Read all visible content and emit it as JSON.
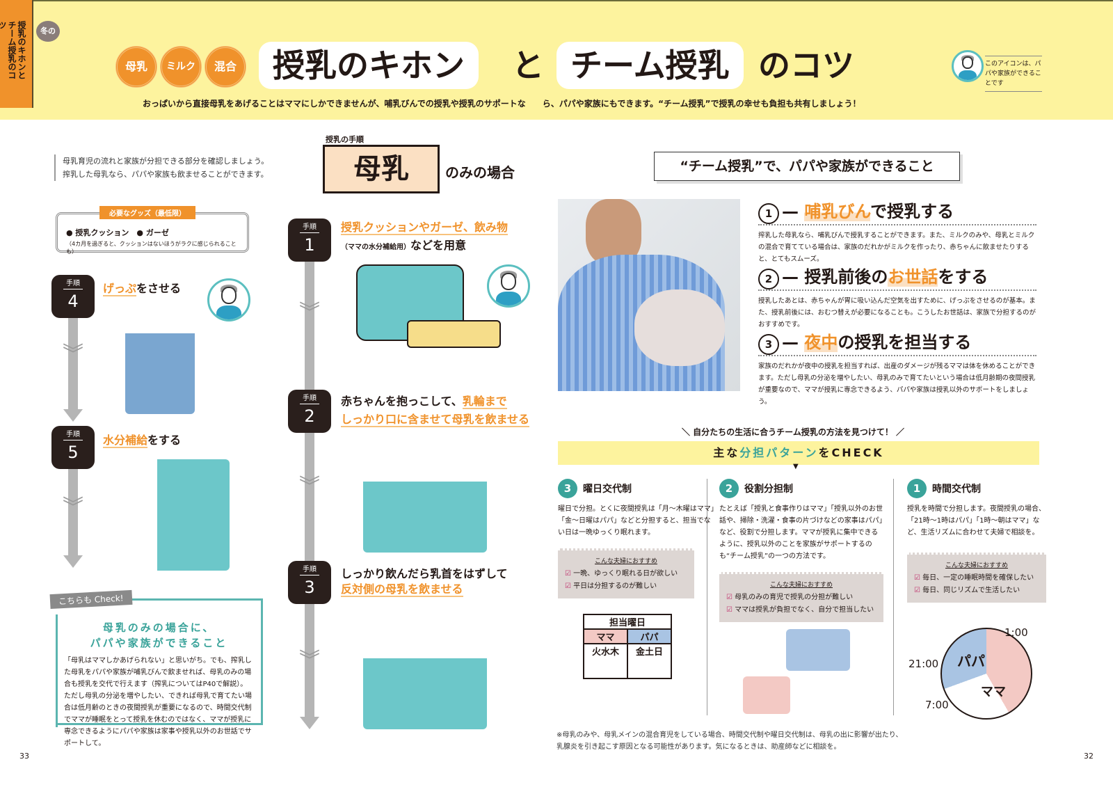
{
  "header": {
    "side_tab": "授乳のキホンとチーム授乳のコツ",
    "badge": "冬の",
    "circles": [
      "母乳",
      "ミルク",
      "混合"
    ],
    "title_box1": "授乳のキホン",
    "title_and": "と",
    "title_box2": "チーム授乳",
    "title_tail": "のコツ",
    "lead": "おっぱいから直接母乳をあげることはママにしかできませんが、哺乳びんでの授乳や授乳のサポートな　　ら、パパや家族にもできます。“チーム授乳”で授乳の幸せも負担も共有しましょう！",
    "icon_legend": "このアイコンは、パパや家族ができることです"
  },
  "left": {
    "intro": [
      "母乳育児の流れと家族が分担できる部分を確認しましょう。",
      "搾乳した母乳なら、パパや家族も飲ませることができます。"
    ],
    "goods_label": "必要なグッズ（最低限）",
    "goods_items": "● 授乳クッション　● ガーゼ",
    "goods_note": "（4カ月を過ぎると、クッションはないほうがラクに感じられることも）",
    "step_word": "手順",
    "step4": {
      "num": "4",
      "hl": "げっぷ",
      "text": "をさせる"
    },
    "step5": {
      "num": "5",
      "hl": "水分補給",
      "text": "をする"
    },
    "check_tag": "こちらも Check!",
    "check_title": [
      "母乳のみの場合に、",
      "パパや家族ができること"
    ],
    "check_body": "「母乳はママしかあげられない」と思いがち。でも、搾乳した母乳をパパや家族が哺乳びんで飲ませれば、母乳のみの場合も授乳を交代で行えます（搾乳についてはP40で解説）。ただし母乳の分泌を増やしたい、できれば母乳で育てたい場合は低月齢のときの夜間授乳が重要になるので、時間交代制でママが睡眠をとって授乳を休むのではなく、ママが授乳に専念できるようにパパや家族は家事や授乳以外のお世話でサポートして。"
  },
  "middle": {
    "label": "授乳の手順",
    "box": "母乳",
    "tail": "のみの場合",
    "step1": {
      "num": "1",
      "hl": "授乳クッションやガーゼ、飲み物",
      "sub": "（ママの水分補給用）",
      "text": "などを用意"
    },
    "step2": {
      "num": "2",
      "text": "赤ちゃんを抱っこして、",
      "hl1": "乳輪まで",
      "hl2": "しっかり口に含ませて母乳を飲ませる"
    },
    "step3": {
      "num": "3",
      "text": "しっかり飲んだら乳首をはずして",
      "hl": "反対側の母乳を飲ませる"
    }
  },
  "team": {
    "heading": "“チーム授乳”で、パパや家族ができること",
    "items": [
      {
        "num": "1",
        "hl": "哺乳びん",
        "pre": "",
        "post": "で授乳する",
        "body": "搾乳した母乳なら、哺乳びんで授乳することができます。また、ミルクのみや、母乳とミルクの混合で育てている場合は、家族のだれかがミルクを作ったり、赤ちゃんに飲ませたりすると、とてもスムーズ。"
      },
      {
        "num": "2",
        "pre": "授乳前後の",
        "hl": "お世話",
        "post": "をする",
        "body": "授乳したあとは、赤ちゃんが胃に吸い込んだ空気を出すために、げっぷをさせるのが基本。また、授乳前後には、おむつ替えが必要になることも。こうしたお世話は、家族で分担するのがおすすめです。"
      },
      {
        "num": "3",
        "pre": "",
        "hl": "夜中",
        "post": "の授乳を担当する",
        "body": "家族のだれかが夜中の授乳を担当すれば、出産のダメージが残るママは体を休めることができます。ただし母乳の分泌を増やしたい、母乳のみで育てたいという場合は低月齢期の夜間授乳が重要なので、ママが授乳に専念できるよう、パパや家族は授乳以外のサポートをしましょう。"
      }
    ]
  },
  "patterns": {
    "find": "＼ 自分たちの生活に合うチーム授乳の方法を見つけて！ ／",
    "band_pre": "主な",
    "band_hl": "分担パターン",
    "band_post": "をCHECK",
    "rec_heading": "こんな夫婦におすすめ",
    "items": [
      {
        "num": "3",
        "title": "曜日交代制",
        "body": "曜日で分担。とくに夜間授乳は「月〜木曜はママ」「金〜日曜はパパ」などと分担すると、担当でない日は一晩ゆっくり眠れます。",
        "recs": [
          "一晩、ゆっくり眠れる日が欲しい",
          "平日は分担するのが難しい"
        ],
        "illo": {
          "head": "担当曜日",
          "mama": "ママ",
          "papa": "パパ",
          "mama_days": "火水木",
          "papa_days": "金土日"
        }
      },
      {
        "num": "2",
        "title": "役割分担制",
        "body": "たとえば「授乳と食事作りはママ」「授乳以外のお世話や、掃除・洗濯・食事の片づけなどの家事はパパ」など、役割で分担します。ママが授乳に集中できるように、授乳以外のことを家族がサポートするのも“チーム授乳”の一つの方法です。",
        "recs": [
          "母乳のみの育児で授乳の分担が難しい",
          "ママは授乳が負担でなく、自分で担当したい"
        ]
      },
      {
        "num": "1",
        "title": "時間交代制",
        "body": "授乳を時間で分担します。夜間授乳の場合、「21時〜1時はパパ」「1時〜朝はママ」など、生活リズムに合わせて夫婦で相談を。",
        "recs": [
          "毎日、一定の睡眠時間を確保したい",
          "毎日、同じリズムで生活したい"
        ],
        "illo": {
          "t1": "1:00",
          "t2": "21:00",
          "t3": "7:00",
          "papa": "パパ",
          "mama": "ママ"
        }
      }
    ],
    "note": [
      "※母乳のみや、母乳メインの混合育児をしている場合、時間交代制や曜日交代制は、母乳の出に影響が出たり、",
      "乳腺炎を引き起こす原因となる可能性があります。気になるときは、助産師などに相談を。"
    ]
  },
  "pages": {
    "left": "33",
    "right": "32"
  },
  "colors": {
    "yellow": "#fdf39e",
    "orange": "#f0922b",
    "teal": "#3aa39a",
    "dark": "#2a1f1c"
  }
}
